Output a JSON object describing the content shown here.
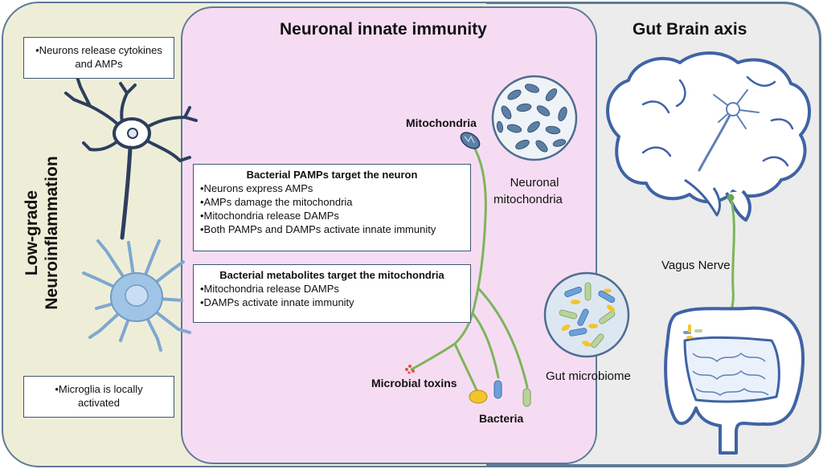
{
  "headers": {
    "center": "Neuronal innate immunity",
    "right": "Gut Brain axis",
    "left_vertical_line1": "Low-grade",
    "left_vertical_line2": "Neuroinflammation"
  },
  "left_boxes": {
    "top": [
      "•Neurons release cytokines",
      "and AMPs"
    ],
    "bottom": [
      "•Microglia is locally",
      "activated"
    ]
  },
  "center_boxes": {
    "pamps": {
      "title": "Bacterial PAMPs target the neuron",
      "items": [
        "•Neurons express AMPs",
        "•AMPs damage the mitochondria",
        "•Mitochondria release DAMPs",
        "•Both PAMPs and DAMPs activate innate immunity"
      ]
    },
    "metabolites": {
      "title": "Bacterial metabolites target the mitochondria",
      "items": [
        "•Mitochondria release DAMPs",
        "•DAMPs activate innate immunity"
      ]
    }
  },
  "labels": {
    "mitochondria": "Mitochondria",
    "neuronal_mito_1": "Neuronal",
    "neuronal_mito_2": "mitochondria",
    "microbial_toxins": "Microbial toxins",
    "bacteria": "Bacteria",
    "gut_microbiome": "Gut microbiome",
    "vagus_nerve": "Vagus Nerve"
  },
  "colors": {
    "left_panel": "#eeeed8",
    "center_panel": "#f6dcf2",
    "right_panel": "#ececec",
    "border": "#5e7a96",
    "nerve": "#7cb55c",
    "neuron_outline": "#2d3f5e",
    "microglia": "#9fc4e6"
  }
}
